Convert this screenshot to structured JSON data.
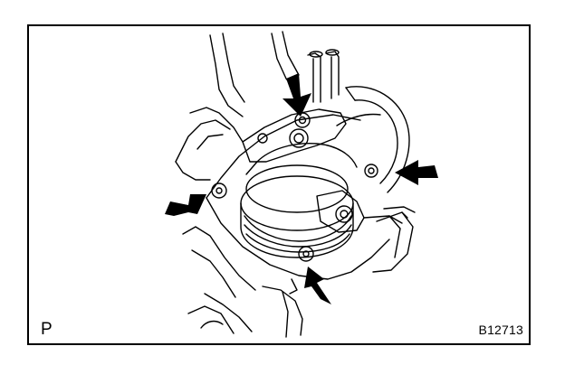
{
  "figure": {
    "corner_left": "P",
    "figure_code": "B12713"
  },
  "callouts": {
    "arrow_color": "#000000",
    "count": 4
  },
  "colors": {
    "line": "#000000",
    "background": "#ffffff"
  }
}
